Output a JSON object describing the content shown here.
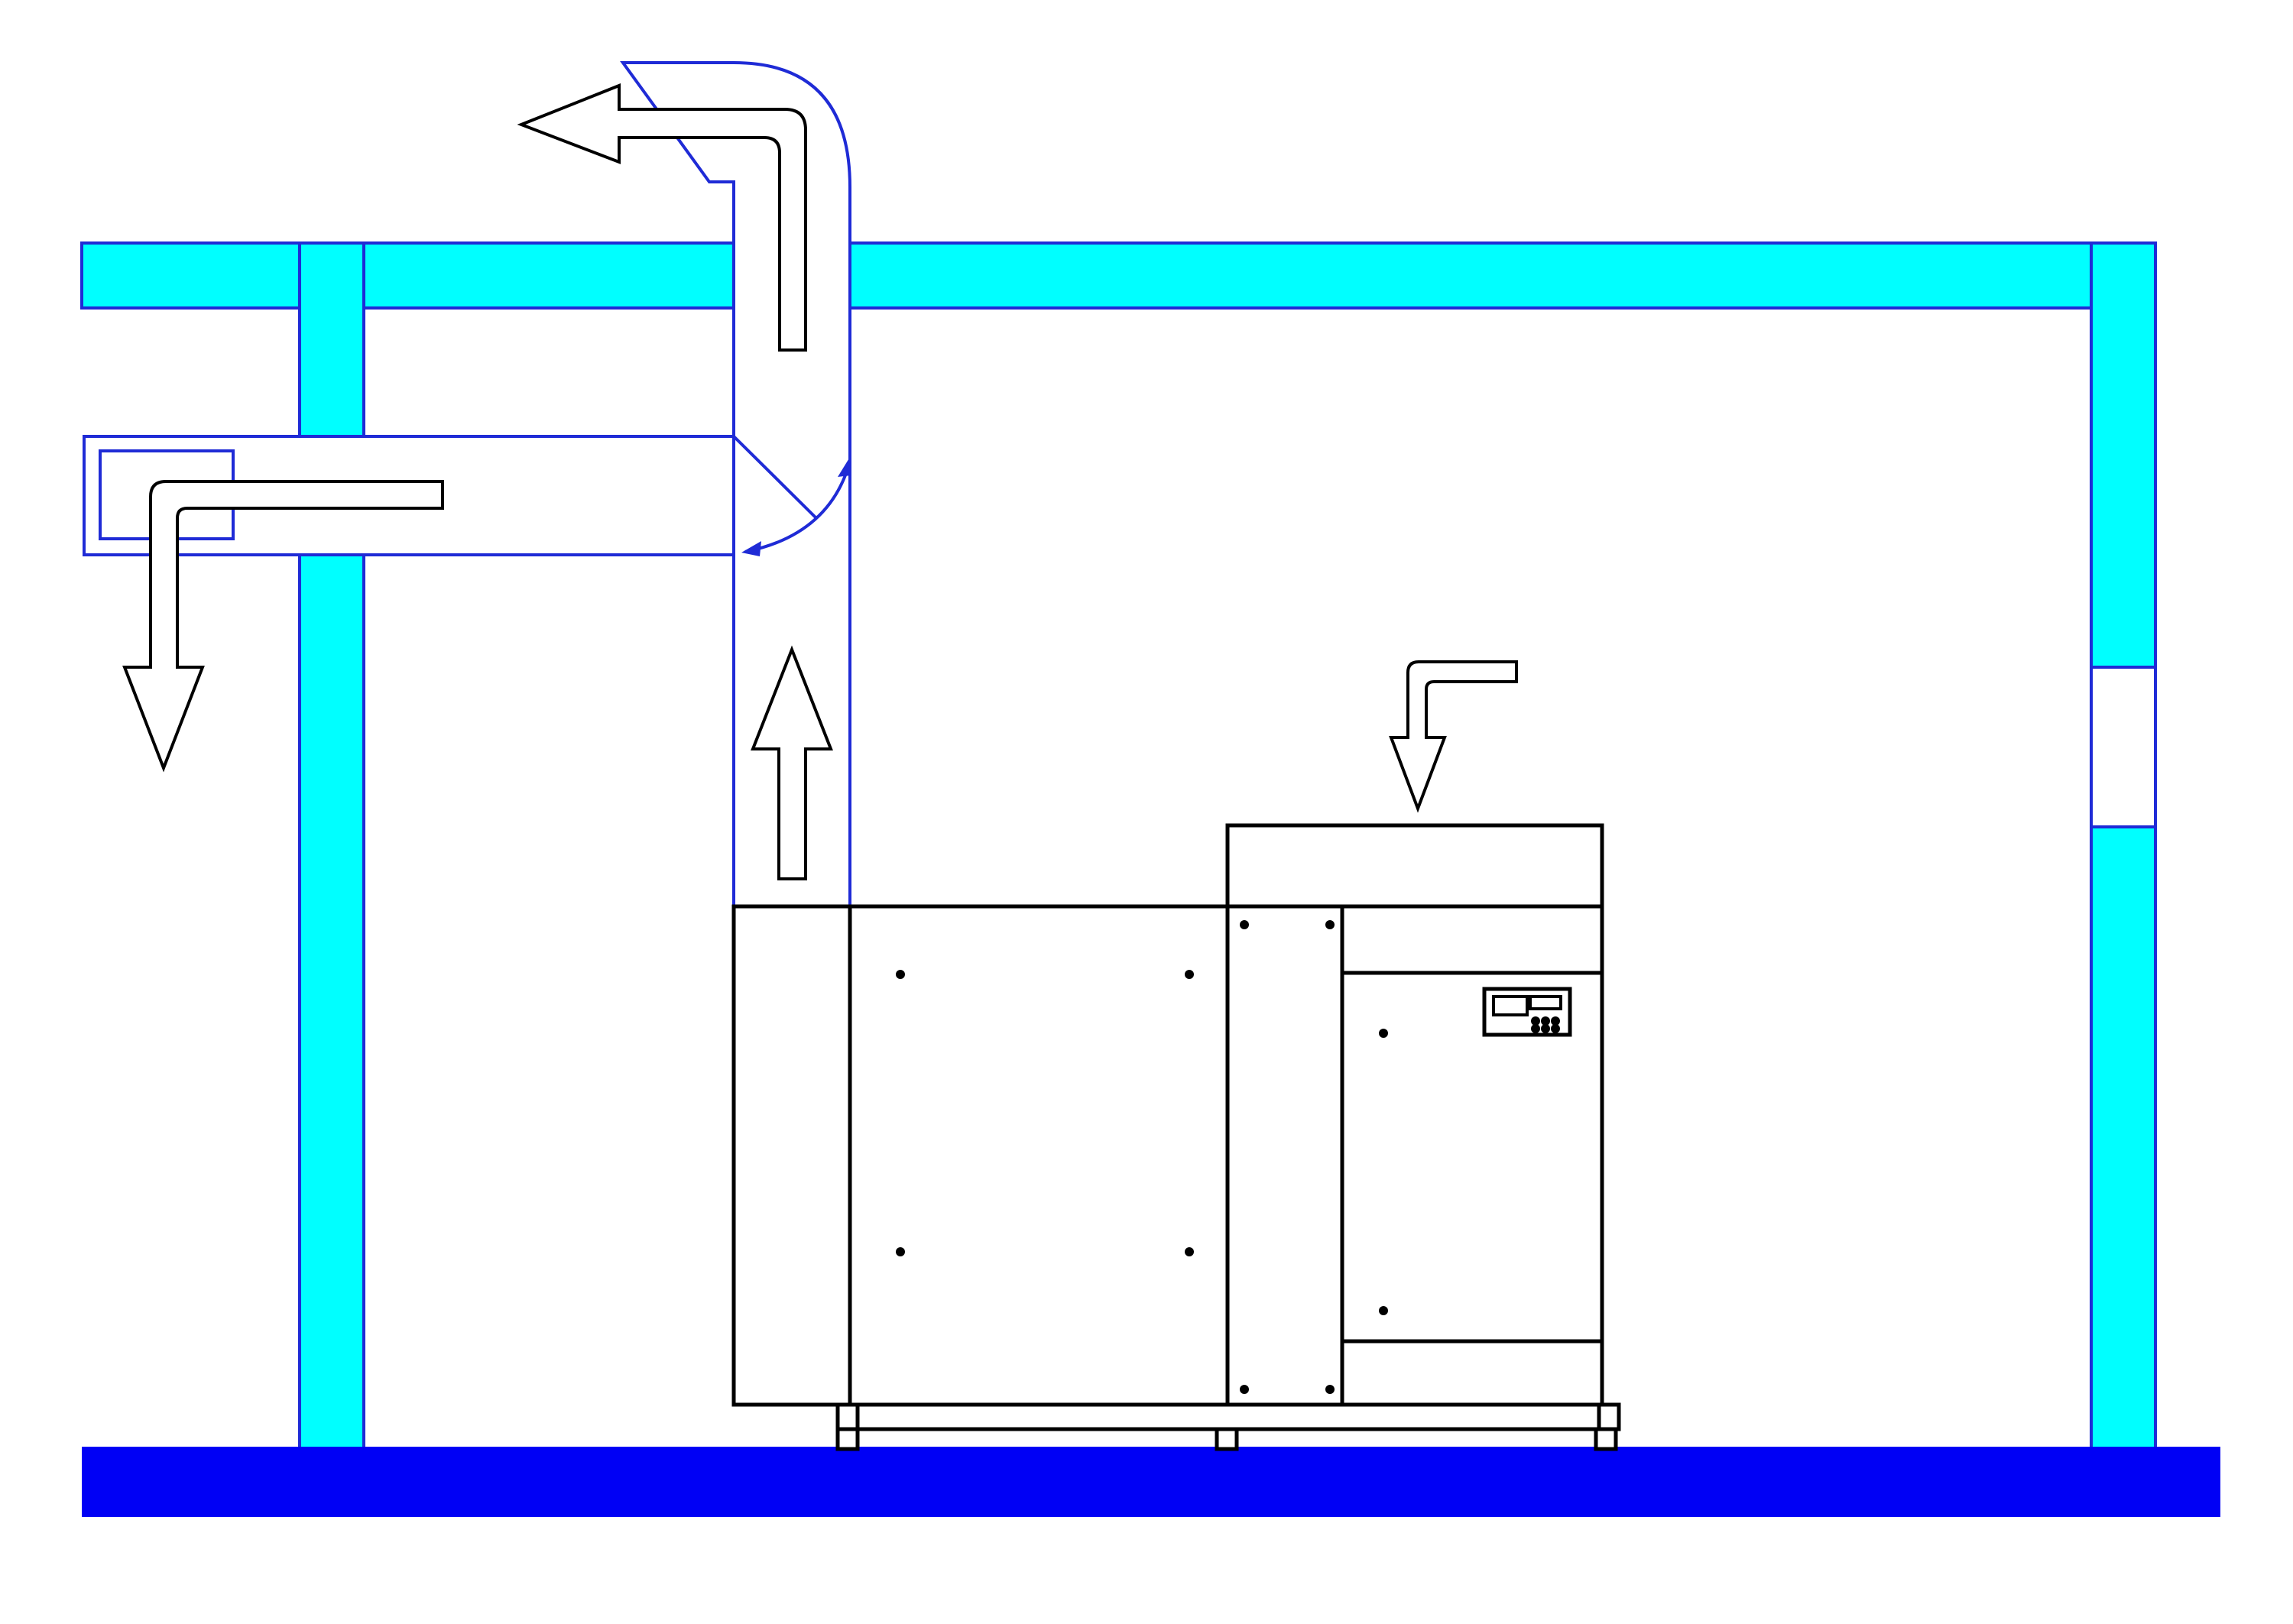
{
  "diagram": {
    "colors": {
      "wall": "#00ffff",
      "wall_outline": "#1f2bd6",
      "floor": "#0000f5",
      "duct": "#1f2bd6",
      "equipment": "#000000",
      "background": "#ffffff"
    },
    "components": [
      "building-wall",
      "roof-slab",
      "floor-slab",
      "exhaust-duct",
      "recirculation-duct",
      "damper",
      "wall-louver",
      "compressor-cabinet",
      "control-panel",
      "base-frame"
    ],
    "flows": [
      "hot-air-up-arrow",
      "exhaust-out-arrow",
      "recirculation-down-arrow",
      "intake-down-arrow"
    ],
    "icons": [
      "damper-pivot-icon",
      "control-panel-icon"
    ]
  }
}
